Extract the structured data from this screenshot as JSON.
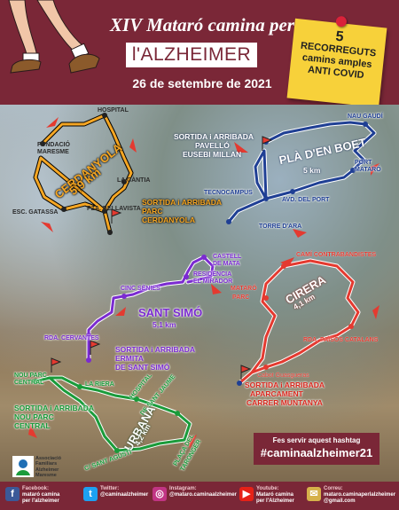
{
  "header": {
    "title": "XIV Mataró camina per",
    "highlight": "l'ALZHEIMER",
    "date": "26 de setembre de 2021"
  },
  "sticky_note": {
    "number": "5",
    "line1": "RECORREGUTS",
    "line2": "camins amples",
    "line3": "ANTI COVID"
  },
  "routes": {
    "cerdanyola": {
      "color": "#f5a623",
      "name": "CERDANYOLA",
      "distance": "5,9 km",
      "start": [
        "SORTIDA i ARRIBADA",
        "PARC",
        "CERDANYOLA"
      ],
      "waypoints": [
        "HOSPITAL",
        "FUNDACIÓ",
        "MARESME",
        "LA CÀNTIA",
        "PZA. BELLAVISTA",
        "ESC. GATASSA"
      ]
    },
    "pla_den_boet": {
      "color": "#1f3f94",
      "name": "PLÀ D'EN BOET",
      "distance": "5 km",
      "start": [
        "SORTIDA i ARRIBADA",
        "PAVELLÓ",
        "EUSEBI MILLAN"
      ],
      "waypoints": [
        "NAU GAUDÍ",
        "PORT",
        "MATARÓ",
        "TECNOCAMPUS",
        "AVD. DEL PORT",
        "TORRE D'ARA"
      ]
    },
    "cirera": {
      "color": "#e43a30",
      "name": "CIRERA",
      "distance": "4,1 km",
      "start": [
        "SORTIDA i ARRIBADA",
        "APARCAMENT",
        "CARRER MUNTANYA"
      ],
      "waypoints": [
        "CAMÍ CONTRABANDISTES",
        "MATARÓ",
        "PARC",
        "RDA. PAÏSOS CATALANS",
        "Cabot Guasgueras"
      ]
    },
    "sant_simo": {
      "color": "#7b2bd1",
      "name": "SANT SIMÓ",
      "distance": "5,1 km",
      "start": [
        "SORTIDA i ARRIBADA",
        "ERMITA",
        "DE SANT SIMÓ"
      ],
      "waypoints": [
        "CASTELL",
        "DE MATA",
        "RESIDÈNCIA",
        "EL MIRADOR",
        "CINC SÈNIES",
        "RDA. CERVANTES"
      ]
    },
    "urbana": {
      "color": "#1a9b3a",
      "name": "URBANA",
      "distance": "4,2 km",
      "start": [
        "SORTIDA i ARRIBADA",
        "NOU PARC",
        "CENTRAL"
      ],
      "waypoints": [
        "NOU PARC",
        "CENTRAL",
        "LA RIERA",
        "HOSPITAL",
        "DE SANT JAUME",
        "PLAÇA DEL",
        "TARONGER",
        "C/ SANT AGUSTÍ"
      ]
    }
  },
  "hashtag": {
    "label": "Fes servir aquest hashtag",
    "tag": "#caminaalzheimer21"
  },
  "association": {
    "lines": [
      "Associació",
      "Familiars",
      "Alzheimer",
      "Maresme"
    ]
  },
  "footer": [
    {
      "icon": "facebook-icon",
      "glyph": "f",
      "color": "#3b5998",
      "label": "Facebook:",
      "value": [
        "mataró camina",
        "per l'alzheimer"
      ]
    },
    {
      "icon": "twitter-icon",
      "glyph": "t",
      "color": "#1da1f2",
      "label": "Twitter:",
      "value": [
        "@caminaalzheimer"
      ]
    },
    {
      "icon": "instagram-icon",
      "glyph": "◎",
      "color": "#c13584",
      "label": "Instagram:",
      "value": [
        "@mataro.caminaalzheimer"
      ]
    },
    {
      "icon": "youtube-icon",
      "glyph": "▶",
      "color": "#e62117",
      "label": "Youtube:",
      "value": [
        "Mataró camina",
        "per l'Alzheimer"
      ]
    },
    {
      "icon": "email-icon",
      "glyph": "✉",
      "color": "#d6b14a",
      "label": "Correu:",
      "value": [
        "mataro.caminaperlalzheimer",
        "@gmail.com"
      ]
    }
  ]
}
